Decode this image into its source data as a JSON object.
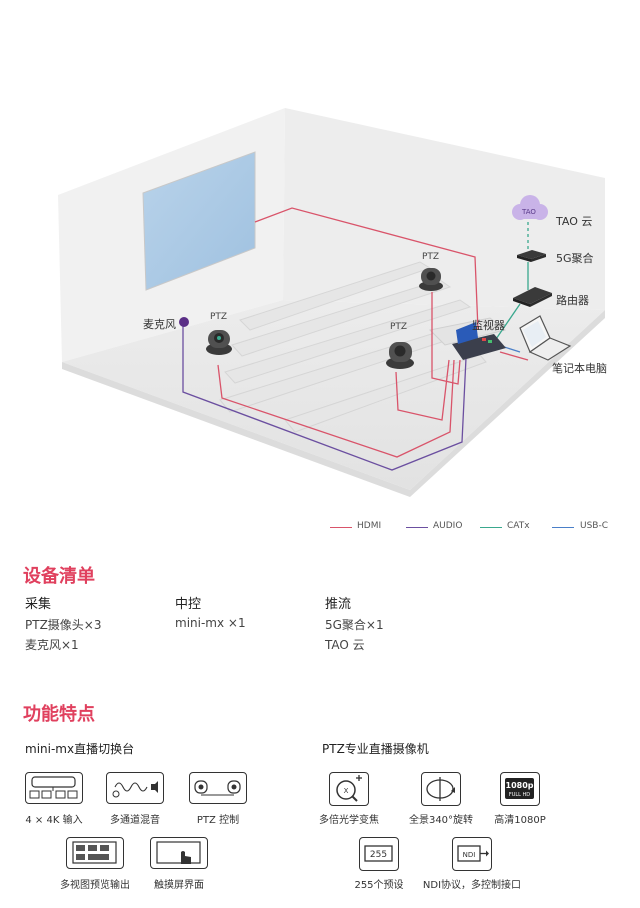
{
  "diagram": {
    "labels": {
      "ptz_left": "PTZ",
      "ptz_back": "PTZ",
      "ptz_front": "PTZ",
      "mic": "麦克风",
      "monitor": "监视器",
      "laptop": "笔记本电脑",
      "router": "路由器",
      "agg5g": "5G聚合",
      "tao": "TAO 云",
      "cloud_text": "TAO"
    }
  },
  "legend": [
    {
      "label": "HDMI",
      "color": "#d9546a"
    },
    {
      "label": "AUDIO",
      "color": "#6b4fa0"
    },
    {
      "label": "CATx",
      "color": "#3aa88e"
    },
    {
      "label": "USB-C",
      "color": "#4a7fc8"
    }
  ],
  "equipment": {
    "title": "设备清单",
    "columns": [
      {
        "header": "采集",
        "items": [
          "PTZ摄像头×3",
          "麦克风×1"
        ]
      },
      {
        "header": "中控",
        "items": [
          "mini-mx ×1"
        ]
      },
      {
        "header": "推流",
        "items": [
          "5G聚合×1",
          "TAO 云"
        ]
      }
    ]
  },
  "features": {
    "title": "功能特点",
    "groups": [
      {
        "header": "mini-mx直播切换台",
        "items": [
          {
            "label": "4 × 4K 输入",
            "icon": "four-inputs-icon"
          },
          {
            "label": "多通道混音",
            "icon": "audio-mix-icon"
          },
          {
            "label": "PTZ 控制",
            "icon": "ptz-control-icon"
          },
          {
            "label": "多视图预览输出",
            "icon": "multiview-icon"
          },
          {
            "label": "触摸屏界面",
            "icon": "touchscreen-icon"
          }
        ]
      },
      {
        "header": "PTZ专业直播摄像机",
        "items": [
          {
            "label": "多倍光学变焦",
            "icon": "zoom-icon",
            "glyph": "X"
          },
          {
            "label": "全景340°旋转",
            "icon": "rotate-icon"
          },
          {
            "label": "高清1080P",
            "icon": "hd-icon",
            "glyph": "1080p",
            "glyph2": "FULL HD"
          },
          {
            "label": "255个预设",
            "icon": "presets-icon",
            "glyph": "255"
          },
          {
            "label": "NDI协议，多控制接口",
            "icon": "ndi-icon",
            "glyph": "NDI"
          }
        ]
      }
    ]
  }
}
